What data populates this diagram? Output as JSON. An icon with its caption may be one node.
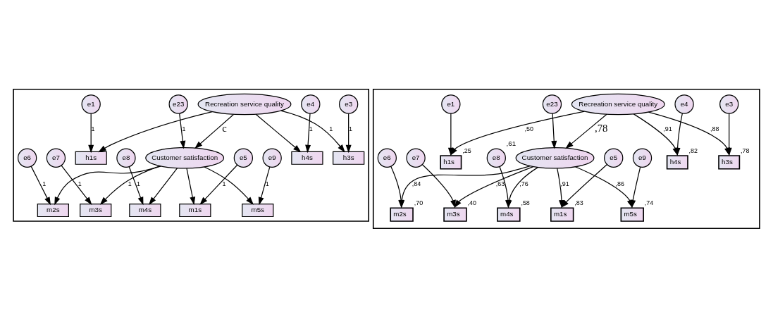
{
  "diagram": {
    "nodes": [
      {
        "text": [],
        "shape": "box"
      },
      {
        "text": [],
        "shape": "box"
      },
      {
        "text": [
          "e1"
        ],
        "in": 0
      },
      {
        "text": [
          "e3"
        ],
        "in": 0
      },
      {
        "text": [
          "e4"
        ],
        "in": 0
      },
      {
        "text": [
          "h1s"
        ],
        "in": 0
      },
      {
        "text": [
          "h3s"
        ],
        "in": 0
      },
      {
        "text": [
          "h4s"
        ],
        "in": 0
      },
      {
        "text": [
          "Recreation service quality"
        ],
        "in": 0
      },
      {
        "text": [
          "e9"
        ],
        "in": 0
      },
      {
        "text": [
          "m5s"
        ],
        "in": 0
      },
      {
        "text": [
          "e23"
        ],
        "in": 0
      },
      {
        "text": [
          "e8"
        ],
        "in": 0
      },
      {
        "text": [
          "m4s"
        ],
        "in": 0
      },
      {
        "text": [
          "e7"
        ],
        "in": 0
      },
      {
        "text": [
          "m3s"
        ],
        "in": 0
      },
      {
        "text": [
          "Customer satisfaction"
        ],
        "in": 0
      },
      {
        "text": [
          "e6"
        ],
        "in": 0
      },
      {
        "text": [
          "m2s"
        ],
        "in": 0
      },
      {
        "text": [
          "e5"
        ],
        "in": 0
      },
      {
        "text": [
          "m1s"
        ],
        "in": 0
      },
      {
        "text": [
          "e1"
        ],
        "in": 1
      },
      {
        "text": [
          "e3"
        ],
        "in": 1
      },
      {
        "text": [
          "e4"
        ],
        "in": 1
      },
      {
        "text": [
          "h1s"
        ],
        "in": 1,
        "beside": [
          ",25"
        ]
      },
      {
        "text": [
          "h3s"
        ],
        "in": 1,
        "beside": [
          ",78"
        ]
      },
      {
        "text": [
          "h4s"
        ],
        "in": 1,
        "beside": [
          ",82"
        ]
      },
      {
        "text": [
          "Recreation service quality"
        ],
        "in": 1
      },
      {
        "text": [
          "e9"
        ],
        "in": 1
      },
      {
        "text": [
          "m5s"
        ],
        "in": 1,
        "beside": [
          ",74"
        ]
      },
      {
        "text": [
          "e23"
        ],
        "in": 1
      },
      {
        "text": [
          "e8"
        ],
        "in": 1
      },
      {
        "text": [
          "m4s"
        ],
        "in": 1,
        "beside": [
          ",58"
        ]
      },
      {
        "text": [
          "e7"
        ],
        "in": 1
      },
      {
        "text": [
          "m3s"
        ],
        "in": 1,
        "beside": [
          ",40"
        ]
      },
      {
        "text": [
          "Customer satisfaction"
        ],
        "in": 1,
        "beside": [
          ",61"
        ]
      },
      {
        "text": [
          "e6"
        ],
        "in": 1
      },
      {
        "text": [
          "m2s"
        ],
        "in": 1,
        "beside": [
          ",70"
        ]
      },
      {
        "text": [
          "e5"
        ],
        "in": 1
      },
      {
        "text": [
          "m1s"
        ],
        "in": 1,
        "beside": [
          ",83"
        ]
      }
    ],
    "edges": [
      {
        "from": 2,
        "to": 5,
        "arrow": "to",
        "label": "1"
      },
      {
        "from": 3,
        "to": 6,
        "arrow": "to",
        "label": "1"
      },
      {
        "from": 4,
        "to": 7,
        "arrow": "to",
        "label": "1"
      },
      {
        "from": 8,
        "to": 5,
        "arrow": "to"
      },
      {
        "from": 8,
        "to": 6,
        "arrow": "to",
        "label": "1"
      },
      {
        "from": 8,
        "to": 7,
        "arrow": "to"
      },
      {
        "from": 8,
        "to": 16,
        "arrow": "to",
        "label": "c"
      },
      {
        "from": 11,
        "to": 16,
        "arrow": "to",
        "label": "1"
      },
      {
        "from": 16,
        "to": 10,
        "arrow": "to"
      },
      {
        "from": 16,
        "to": 13,
        "arrow": "to"
      },
      {
        "from": 16,
        "to": 15,
        "arrow": "to",
        "label": "1"
      },
      {
        "from": 16,
        "to": 18,
        "arrow": "to"
      },
      {
        "from": 16,
        "to": 20,
        "arrow": "to"
      },
      {
        "from": 9,
        "to": 10,
        "arrow": "to",
        "label": "1"
      },
      {
        "from": 12,
        "to": 13,
        "arrow": "to",
        "label": "1"
      },
      {
        "from": 14,
        "to": 15,
        "arrow": "to",
        "label": "1"
      },
      {
        "from": 17,
        "to": 18,
        "arrow": "to",
        "label": "1"
      },
      {
        "from": 19,
        "to": 20,
        "arrow": "to",
        "label": "1"
      },
      {
        "from": 21,
        "to": 24,
        "arrow": "to"
      },
      {
        "from": 22,
        "to": 25,
        "arrow": "to"
      },
      {
        "from": 23,
        "to": 26,
        "arrow": "to"
      },
      {
        "from": 27,
        "to": 24,
        "arrow": "to",
        "label": ",50"
      },
      {
        "from": 27,
        "to": 25,
        "arrow": "to",
        "label": ",88"
      },
      {
        "from": 27,
        "to": 26,
        "arrow": "to",
        "label": ",91"
      },
      {
        "from": 27,
        "to": 35,
        "arrow": "to",
        "label": ",78"
      },
      {
        "from": 30,
        "to": 35,
        "arrow": "to"
      },
      {
        "from": 35,
        "to": 29,
        "arrow": "to",
        "label": ",86"
      },
      {
        "from": 35,
        "to": 32,
        "arrow": "to",
        "label": ",76"
      },
      {
        "from": 35,
        "to": 34,
        "arrow": "to",
        "label": ",63"
      },
      {
        "from": 35,
        "to": 37,
        "arrow": "to",
        "label": ",84"
      },
      {
        "from": 35,
        "to": 39,
        "arrow": "to",
        "label": ",91"
      },
      {
        "from": 28,
        "to": 29,
        "arrow": "to"
      },
      {
        "from": 31,
        "to": 32,
        "arrow": "to"
      },
      {
        "from": 33,
        "to": 34,
        "arrow": "to"
      },
      {
        "from": 36,
        "to": 37,
        "arrow": "to"
      },
      {
        "from": 38,
        "to": 39,
        "arrow": "to"
      }
    ]
  }
}
